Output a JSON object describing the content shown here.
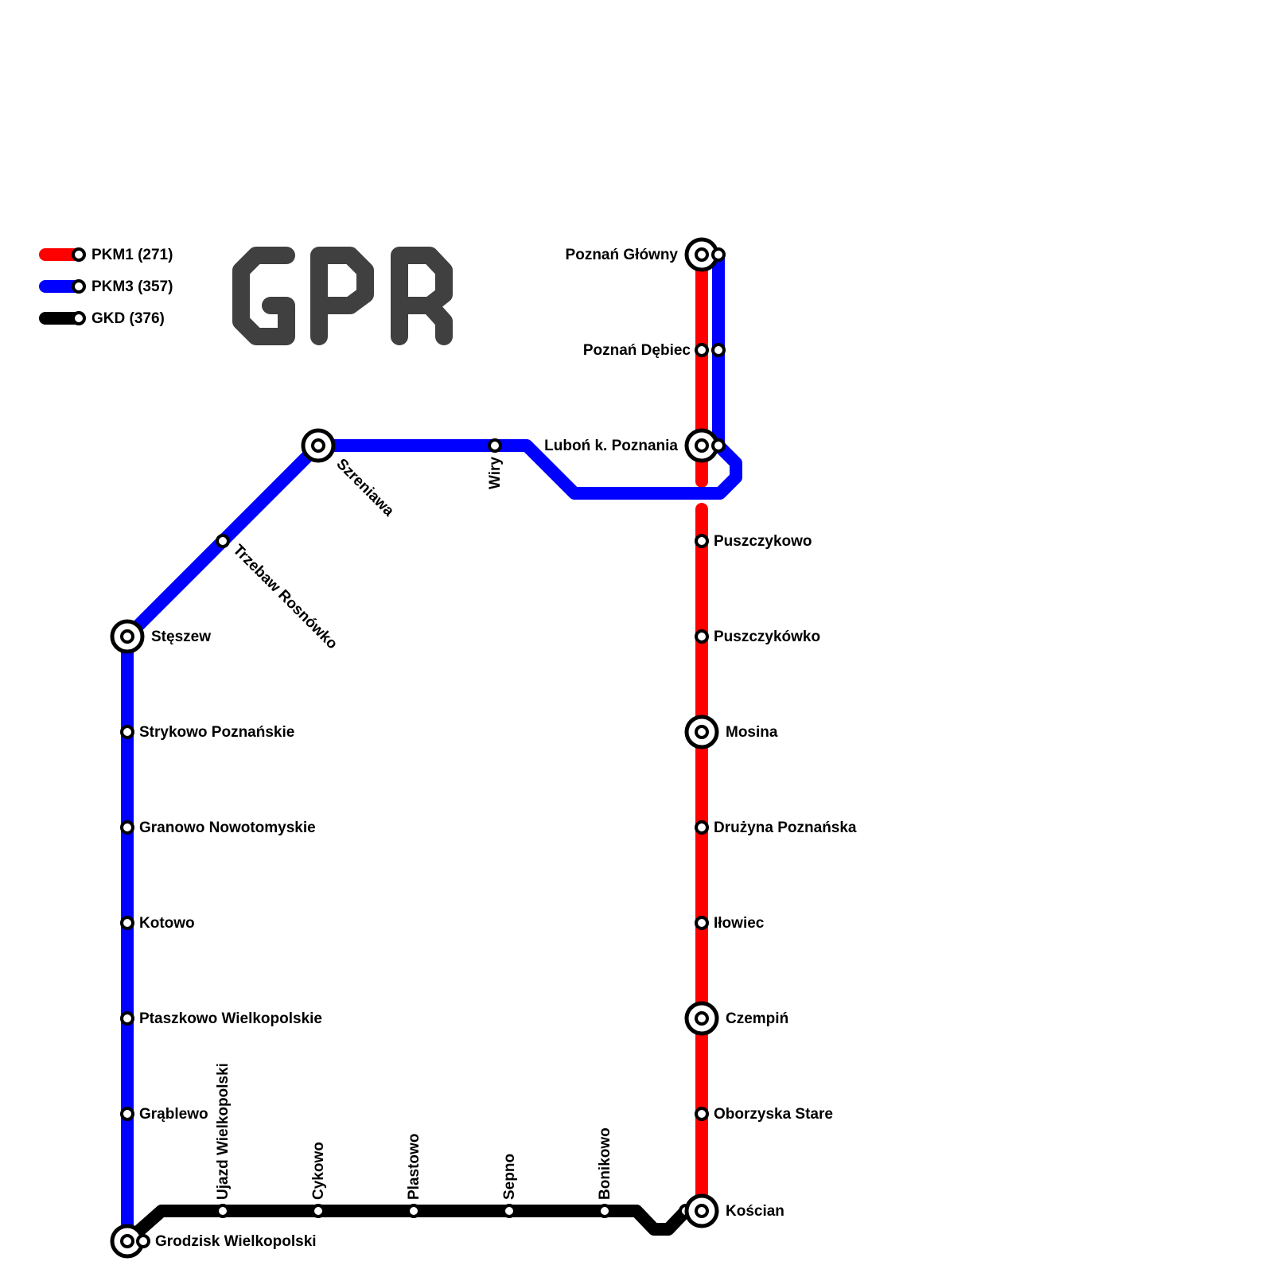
{
  "legend": {
    "items": [
      {
        "label": "PKM1 (271)",
        "color": "#ff0000"
      },
      {
        "label": "PKM3 (357)",
        "color": "#0000ff"
      },
      {
        "label": "GKD (376)",
        "color": "#000000"
      }
    ]
  },
  "logo": {
    "text": "GPR",
    "color": "#404040"
  },
  "lines": {
    "pkm1": {
      "name": "PKM1 (271)",
      "color": "#ff0000"
    },
    "pkm3": {
      "name": "PKM3 (357)",
      "color": "#0000ff"
    },
    "gkd": {
      "name": "GKD (376)",
      "color": "#000000"
    }
  },
  "stations": {
    "poznan_glowny": "Poznań Główny",
    "poznan_debiec": "Poznań Dębiec",
    "lubon": "Luboń k. Poznania",
    "puszczykowo": "Puszczykowo",
    "puszczykowko": "Puszczykówko",
    "mosina": "Mosina",
    "druzyna": "Drużyna Poznańska",
    "ilowiec": "Iłowiec",
    "czempin": "Czempiń",
    "oborzyska": "Oborzyska Stare",
    "koscian": "Kościan",
    "wiry": "Wiry",
    "szreniawa": "Szreniawa",
    "trzebaw": "Trzebaw Rosnówko",
    "steszew": "Stęszew",
    "strykowo": "Strykowo Poznańskie",
    "granowo": "Granowo Nowotomyskie",
    "kotowo": "Kotowo",
    "ptaszkowo": "Ptaszkowo Wielkopolskie",
    "grablewo": "Grąblewo",
    "grodzisk": "Grodzisk Wielkopolski",
    "ujazd": "Ujazd Wielkopolski",
    "cykowo": "Cykowo",
    "plastowo": "Plastowo",
    "sepno": "Sepno",
    "bonikowo": "Bonikowo"
  }
}
